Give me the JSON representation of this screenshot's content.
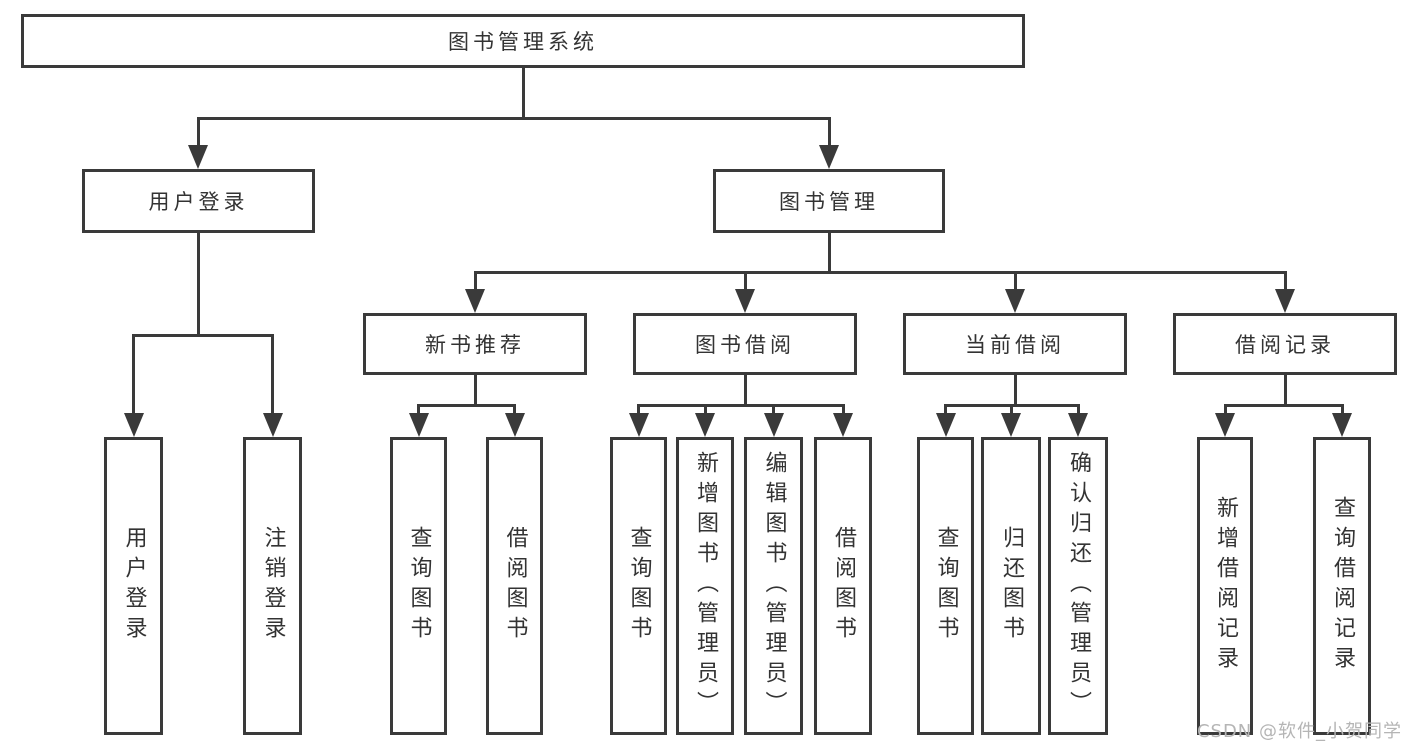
{
  "diagram": {
    "root": {
      "label": "图书管理系统",
      "children": [
        {
          "label": "用户登录",
          "children": [
            {
              "label": "用户登录"
            },
            {
              "label": "注销登录"
            }
          ]
        },
        {
          "label": "图书管理",
          "children": [
            {
              "label": "新书推荐",
              "children": [
                {
                  "label": "查询图书"
                },
                {
                  "label": "借阅图书"
                }
              ]
            },
            {
              "label": "图书借阅",
              "children": [
                {
                  "label": "查询图书"
                },
                {
                  "label": "新增图书（管理员）"
                },
                {
                  "label": "编辑图书（管理员）"
                },
                {
                  "label": "借阅图书"
                }
              ]
            },
            {
              "label": "当前借阅",
              "children": [
                {
                  "label": "查询图书"
                },
                {
                  "label": "归还图书"
                },
                {
                  "label": "确认归还（管理员）"
                }
              ]
            },
            {
              "label": "借阅记录",
              "children": [
                {
                  "label": "新增借阅记录"
                },
                {
                  "label": "查询借阅记录"
                }
              ]
            }
          ]
        }
      ]
    }
  },
  "watermark": {
    "text": "CSDN @软件_小贺同学"
  },
  "colors": {
    "line": "#3a3a3a",
    "box_fill": "#ffffff",
    "text": "#333333",
    "watermark": "#b5b5b5",
    "background": "#ffffff"
  }
}
